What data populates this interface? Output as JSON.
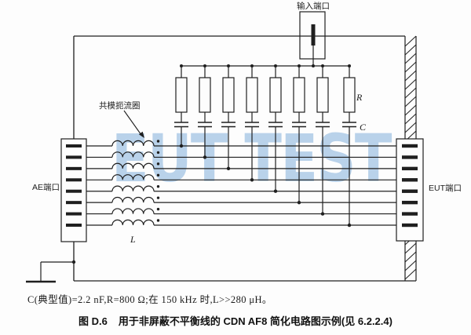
{
  "figure": {
    "watermark": "EUT TEST",
    "labels": {
      "input_port": "输入端口",
      "ae_port": "AE端口",
      "eut_port": "EUT端口",
      "choke": "共模扼流圈",
      "inductance": "L",
      "resistance": "R",
      "capacitance": "C"
    },
    "components": {
      "line_count": 8,
      "rc_branch_count": 8,
      "coil_bumps_per_line": 4
    },
    "note": "C(典型值)=2.2 nF,R=800 Ω;在 150 kHz 时,L>>280 μH。",
    "caption_prefix": "图 D.6",
    "caption_text": "用于非屏蔽不平衡线的 CDN AF8 简化电路图示例(见 6.2.2.4)",
    "colors": {
      "line": "#1f1f1f",
      "watermark": "#a9c8e6",
      "background": "#fdfdfd"
    }
  }
}
